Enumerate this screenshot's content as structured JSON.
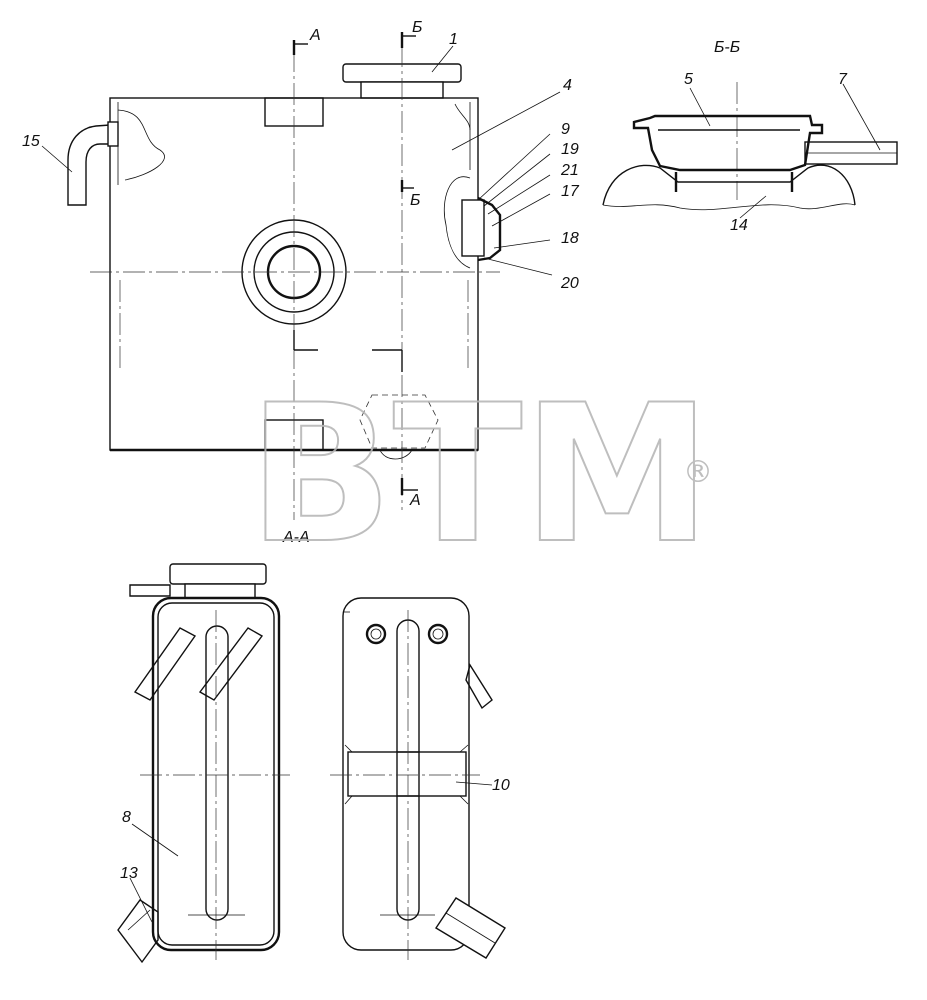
{
  "section_labels": {
    "aa_top": "A",
    "aa_bottom": "A",
    "bb_top": "Б",
    "bb_mid": "Б",
    "bb_title": "Б-Б",
    "aa_title": "A-A"
  },
  "part_callouts": [
    "1",
    "4",
    "5",
    "7",
    "9",
    "19",
    "21",
    "17",
    "18",
    "20",
    "15",
    "14",
    "8",
    "13",
    "10"
  ],
  "watermark": {
    "text": "BTM",
    "mark": "®"
  }
}
